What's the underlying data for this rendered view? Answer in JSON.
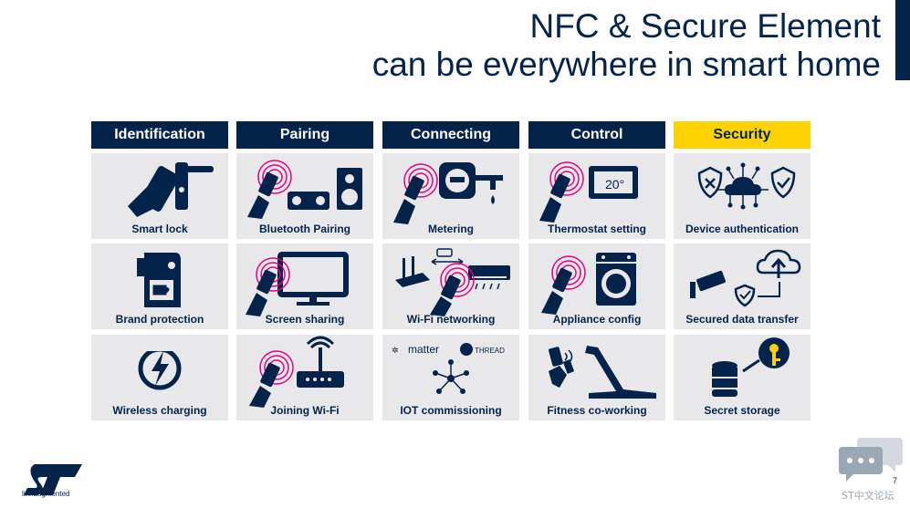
{
  "title": {
    "line1": "NFC & Secure Element",
    "line2": "can be everywhere in smart home"
  },
  "columns": [
    {
      "header": "Identification",
      "style": "navy",
      "cells": [
        {
          "label": "Smart lock",
          "icon": "smart-lock-icon"
        },
        {
          "label": "Brand protection",
          "icon": "coffee-machine-icon"
        },
        {
          "label": "Wireless charging",
          "icon": "lightning-icon"
        }
      ]
    },
    {
      "header": "Pairing",
      "style": "navy",
      "cells": [
        {
          "label": "Bluetooth Pairing",
          "icon": "bluetooth-speaker-icon"
        },
        {
          "label": "Screen sharing",
          "icon": "tv-screen-icon"
        },
        {
          "label": "Joining Wi-Fi",
          "icon": "wifi-router-icon"
        }
      ]
    },
    {
      "header": "Connecting",
      "style": "navy",
      "cells": [
        {
          "label": "Metering",
          "icon": "water-meter-icon"
        },
        {
          "label": "Wi-Fi networking",
          "icon": "wifi-network-icon"
        },
        {
          "label": "IOT commissioning",
          "icon": "iot-hub-icon"
        }
      ]
    },
    {
      "header": "Control",
      "style": "navy",
      "cells": [
        {
          "label": "Thermostat setting",
          "icon": "thermostat-icon",
          "display": "20°"
        },
        {
          "label": "Appliance config",
          "icon": "washing-machine-icon"
        },
        {
          "label": "Fitness co-working",
          "icon": "treadmill-icon"
        }
      ]
    },
    {
      "header": "Security",
      "style": "yellow",
      "cells": [
        {
          "label": "Device authentication",
          "icon": "shield-cloud-icon"
        },
        {
          "label": "Secured data transfer",
          "icon": "camera-upload-icon"
        },
        {
          "label": "Secret storage",
          "icon": "database-key-icon"
        }
      ]
    }
  ],
  "iot_logos": {
    "matter": "matter",
    "thread": "THREAD"
  },
  "footer": {
    "tagline": "life.augmented",
    "page_number": "7",
    "watermark": "ST中文论坛"
  },
  "colors": {
    "navy": "#03234b",
    "yellow": "#ffd200",
    "magenta": "#e6007e",
    "cell_bg": "#e8e8ea"
  }
}
